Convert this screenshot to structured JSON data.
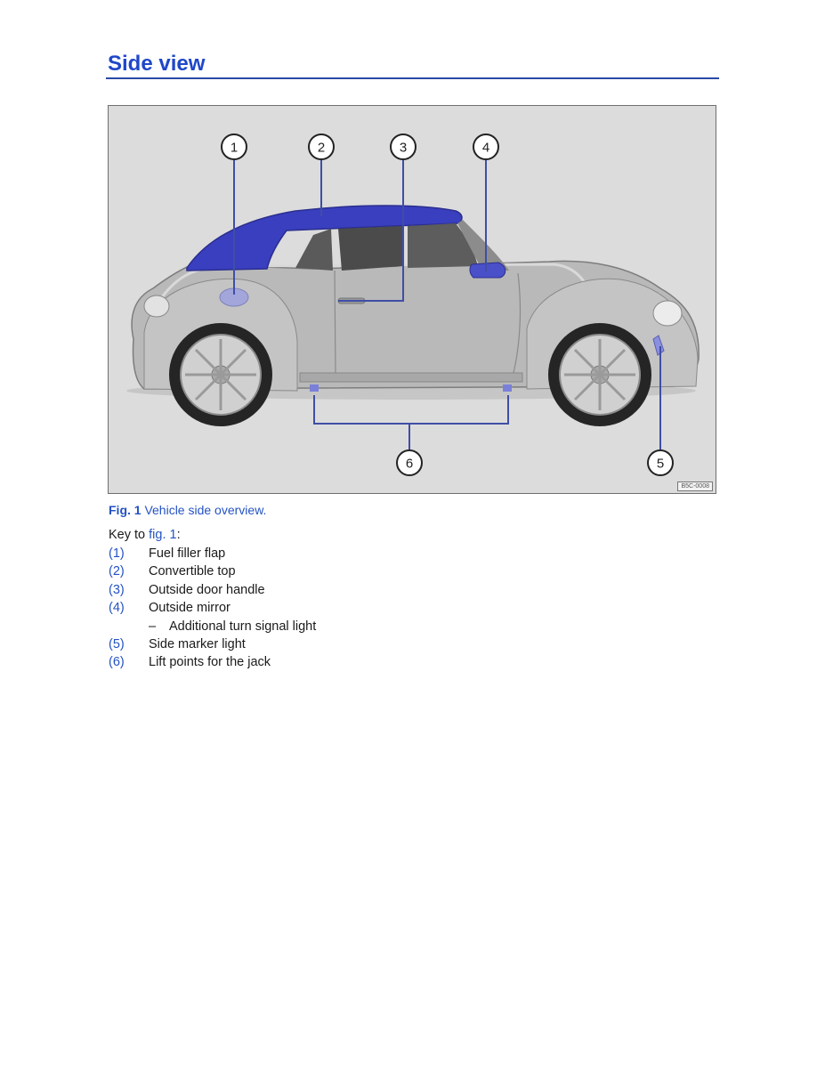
{
  "page": {
    "title": "Side view"
  },
  "figure": {
    "code": "B5C-0008",
    "caption_number": "Fig. 1",
    "caption_text": "Vehicle side overview.",
    "callouts": [
      "1",
      "2",
      "3",
      "4",
      "5",
      "6"
    ],
    "highlight_color": "#3a3fbf"
  },
  "key": {
    "intro_prefix": "Key to",
    "intro_link": "fig. 1",
    "intro_suffix": ":",
    "items": [
      {
        "num": "(1)",
        "text": "Fuel filler flap"
      },
      {
        "num": "(2)",
        "text": "Convertible top"
      },
      {
        "num": "(3)",
        "text": "Outside door handle"
      },
      {
        "num": "(4)",
        "text": "Outside mirror"
      },
      {
        "dash": "–",
        "text": "Additional turn signal light"
      },
      {
        "num": "(5)",
        "text": "Side marker light"
      },
      {
        "num": "(6)",
        "text": "Lift points for the jack"
      }
    ]
  }
}
